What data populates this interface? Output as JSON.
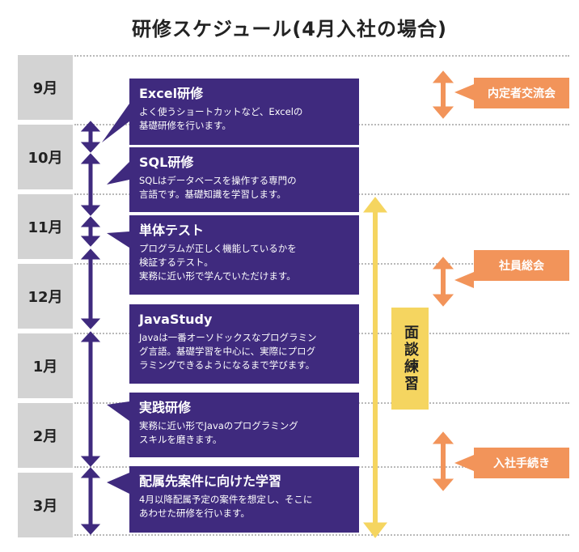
{
  "title": "研修スケジュール(4月入社の場合)",
  "months": [
    "9月",
    "10月",
    "11月",
    "12月",
    "1月",
    "2月",
    "3月"
  ],
  "trainings": [
    {
      "title": "Excel研修",
      "desc": "よく使うショートカットなど、Excelの\n基礎研修を行います。"
    },
    {
      "title": "SQL研修",
      "desc": "SQLはデータベースを操作する専門の\n言語です。基礎知識を学習します。"
    },
    {
      "title": "単体テスト",
      "desc": "プログラムが正しく機能しているかを\n検証するテスト。\n実務に近い形で学んでいただけます。"
    },
    {
      "title": "JavaStudy",
      "desc": "Javaは一番オーソドックスなプログラミン\nグ言語。基礎学習を中心に、実際にプログ\nラミングできるようになるまで学びます。"
    },
    {
      "title": "実践研修",
      "desc": "実務に近い形でJavaのプログラミング\nスキルを磨きます。"
    },
    {
      "title": "配属先案件に向けた学習",
      "desc": "4月以降配属予定の案件を想定し、そこに\nあわせた研修を行います。"
    }
  ],
  "interview_label": "面談練習",
  "events": [
    "内定者交流会",
    "社員総会",
    "入社手続き"
  ],
  "colors": {
    "box": "#3f2a7e",
    "month": "#d3d3d3",
    "event": "#f2945a",
    "interview": "#f5d560"
  }
}
